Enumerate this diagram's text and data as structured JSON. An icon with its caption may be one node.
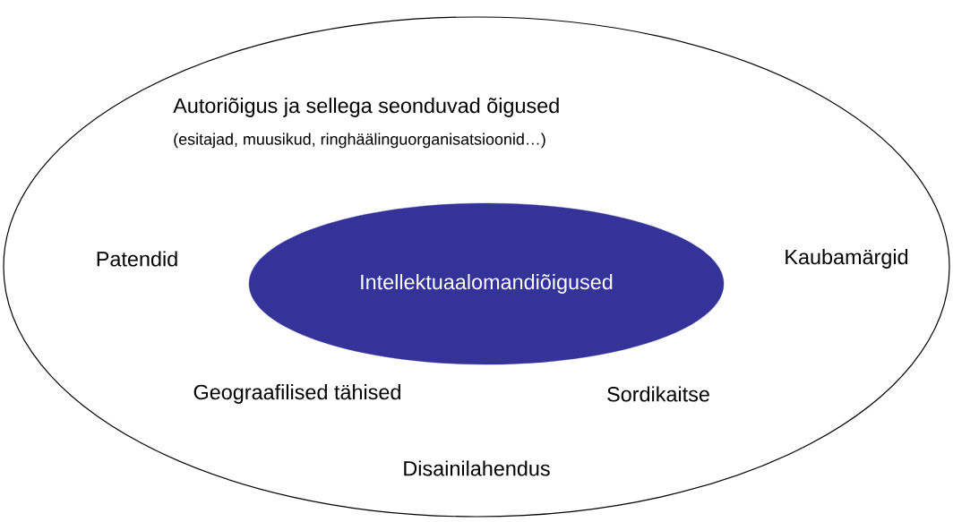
{
  "diagram": {
    "nodes": [
      {
        "text": [],
        "shape": "ellipse"
      },
      {
        "text": [
          "Intellektuaalomandiõigused"
        ],
        "in": 0
      }
    ],
    "labels": [
      "Autoriõigus ja sellega seonduvad õigused",
      "(esitajad, muusikud, ringhäälinguorganisatsioonid…)",
      "Patendid",
      "Kaubamärgid",
      "Geograafilised tähised",
      "Sordikaitse",
      "Disainilahendus"
    ]
  }
}
